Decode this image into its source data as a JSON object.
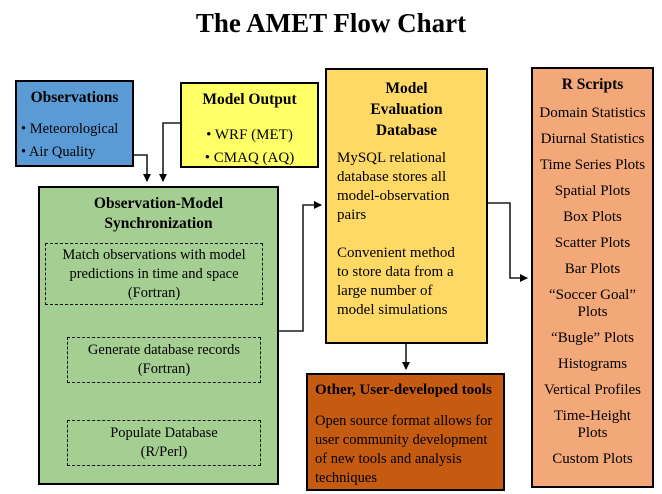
{
  "title": "The AMET Flow Chart",
  "observations": {
    "title": "Observations",
    "items": [
      "• Meteorological",
      "• Air Quality"
    ]
  },
  "model_output": {
    "title": "Model Output",
    "items": [
      "• WRF (MET)",
      "• CMAQ (AQ)"
    ]
  },
  "synchronization": {
    "title": "Observation-Model\nSynchronization",
    "steps": [
      "Match observations with model\npredictions in time and space\n(Fortran)",
      "Generate database records\n(Fortran)",
      "Populate Database\n(R/Perl)"
    ]
  },
  "database": {
    "title": "Model\nEvaluation\nDatabase",
    "paragraphs": [
      "MySQL relational\ndatabase stores all\nmodel-observation\npairs",
      "Convenient method\nto store data from a\nlarge number of\nmodel simulations"
    ]
  },
  "other_tools": {
    "title": "Other, User-developed tools",
    "body": "Open source format allows for\nuser community development\nof new tools and analysis\ntechniques"
  },
  "r_scripts": {
    "title": "R Scripts",
    "items": [
      "Domain Statistics",
      "Diurnal Statistics",
      "Time Series Plots",
      "Spatial Plots",
      "Box Plots",
      "Scatter Plots",
      "Bar Plots",
      "“Soccer Goal”\nPlots",
      "“Bugle” Plots",
      "Histograms",
      "Vertical Profiles",
      "Time-Height\nPlots",
      "Custom Plots"
    ]
  },
  "colors": {
    "observations_fill": "#5B9BD5",
    "model_output_fill": "#FFFF66",
    "synchronization_fill": "#A5CE92",
    "database_fill": "#FFD966",
    "other_tools_fill": "#C55A11",
    "r_scripts_fill": "#F2A878",
    "border": "#000000",
    "arrow": "#1F1F1F"
  }
}
